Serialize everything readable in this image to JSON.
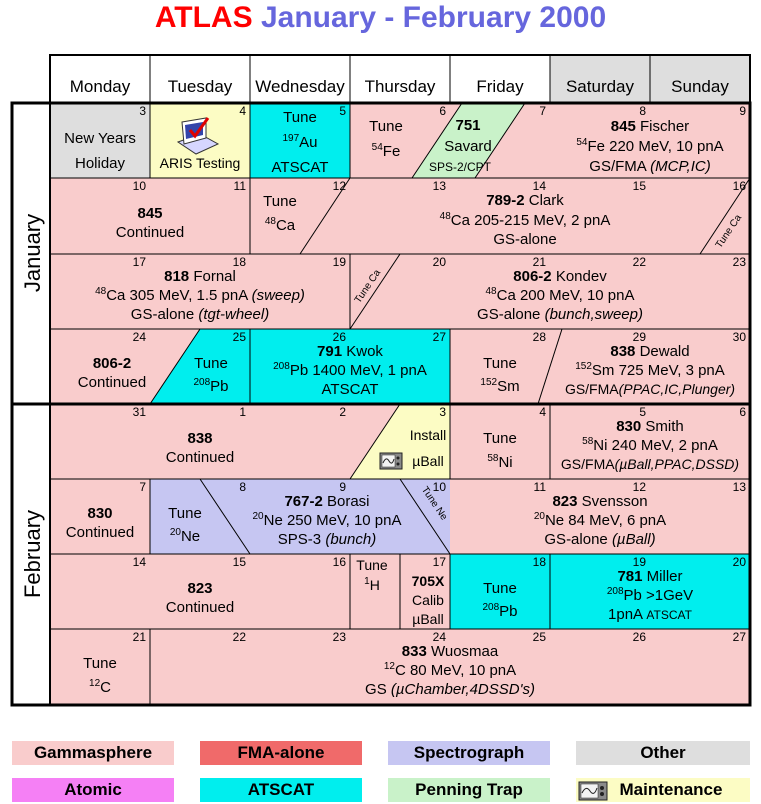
{
  "title": {
    "part1": "ATLAS",
    "part2": "January - February 2000"
  },
  "days": [
    "Monday",
    "Tuesday",
    "Wednesday",
    "Thursday",
    "Friday",
    "Saturday",
    "Sunday"
  ],
  "months": [
    "January",
    "February"
  ],
  "dates": [
    [
      "3",
      "4",
      "5",
      "6",
      "7",
      "8",
      "9"
    ],
    [
      "10",
      "11",
      "12",
      "13",
      "14",
      "15",
      "16"
    ],
    [
      "17",
      "18",
      "19",
      "20",
      "21",
      "22",
      "23"
    ],
    [
      "24",
      "25",
      "26",
      "27",
      "28",
      "29",
      "30"
    ],
    [
      "31",
      "1",
      "2",
      "3",
      "4",
      "5",
      "6"
    ],
    [
      "7",
      "8",
      "9",
      "10",
      "11",
      "12",
      "13"
    ],
    [
      "14",
      "15",
      "16",
      "17",
      "18",
      "19",
      "20"
    ],
    [
      "21",
      "22",
      "23",
      "24",
      "25",
      "26",
      "27"
    ]
  ],
  "events": {
    "e1": {
      "l1": "New Years",
      "l2": "Holiday"
    },
    "e2": {
      "l1": "ARIS Testing"
    },
    "e3": {
      "l1": "Tune",
      "sup": "197",
      "el": "Au",
      "l3": "ATSCAT"
    },
    "e4": {
      "l1": "Tune",
      "sup": "54",
      "el": "Fe"
    },
    "e5": {
      "num": "751",
      "l2": "Savard",
      "l3": "SPS-2/CPT"
    },
    "e6": {
      "num": "845",
      "name": "Fischer",
      "sup": "54",
      "beam": "Fe 220 MeV, 10 pnA",
      "l3a": "GS/FMA",
      "l3b": "(MCP,IC)"
    },
    "e7": {
      "num": "845",
      "l2": "Continued"
    },
    "e8": {
      "l1": "Tune",
      "sup": "48",
      "el": "Ca"
    },
    "e9": {
      "num": "789-2",
      "name": "Clark",
      "sup": "48",
      "beam": "Ca 205-215 MeV, 2 pnA",
      "l3": "GS-alone"
    },
    "e10": {
      "l1": "Tune Ca"
    },
    "e11": {
      "num": "818",
      "name": "Fornal",
      "sup": "48",
      "beam": "Ca 305 MeV, 1.5 pnA",
      "beam2": "(sweep)",
      "l3a": "GS-alone",
      "l3b": "(tgt-wheel)"
    },
    "e12": {
      "l1": "Tune Ca"
    },
    "e13": {
      "num": "806-2",
      "name": "Kondev",
      "sup": "48",
      "beam": "Ca 200 MeV, 10 pnA",
      "l3a": "GS-alone",
      "l3b": "(bunch,sweep)"
    },
    "e14": {
      "num": "806-2",
      "l2": "Continued"
    },
    "e15": {
      "l1": "Tune",
      "sup": "208",
      "el": "Pb"
    },
    "e16": {
      "num": "791",
      "name": "Kwok",
      "sup": "208",
      "beam": "Pb 1400 MeV, 1 pnA",
      "l3": "ATSCAT"
    },
    "e17": {
      "l1": "Tune",
      "sup": "152",
      "el": "Sm"
    },
    "e18": {
      "num": "838",
      "name": "Dewald",
      "sup": "152",
      "beam": "Sm 725 MeV, 3 pnA",
      "l3a": "GS/FMA",
      "l3b": "(PPAC,IC,Plunger)"
    },
    "e19": {
      "num": "838",
      "l2": "Continued"
    },
    "e20": {
      "l1": "Install",
      "l2": "µBall"
    },
    "e21": {
      "l1": "Tune",
      "sup": "58",
      "el": "Ni"
    },
    "e22": {
      "num": "830",
      "name": "Smith",
      "sup": "58",
      "beam": "Ni 240 MeV, 2 pnA",
      "l3a": "GS/FMA",
      "l3b": "(µBall,PPAC,DSSD)"
    },
    "e23": {
      "num": "830",
      "l2": "Continued"
    },
    "e24": {
      "l1": "Tune",
      "sup": "20",
      "el": "Ne"
    },
    "e25": {
      "num": "767-2",
      "name": "Borasi",
      "sup": "20",
      "beam": "Ne 250 MeV, 10 pnA",
      "l3a": "SPS-3",
      "l3b": "(bunch)"
    },
    "e26": {
      "l1": "Tune Ne"
    },
    "e27": {
      "num": "823",
      "name": "Svensson",
      "sup": "20",
      "beam": "Ne 84 MeV, 6 pnA",
      "l3a": "GS-alone",
      "l3b": "(µBall)"
    },
    "e28": {
      "num": "823",
      "l2": "Continued"
    },
    "e29": {
      "l1": "Tune",
      "sup": "1",
      "el": "H"
    },
    "e30": {
      "num": "705X",
      "l2": "Calib",
      "l3": "µBall"
    },
    "e31": {
      "l1": "Tune",
      "sup": "208",
      "el": "Pb"
    },
    "e32": {
      "num": "781",
      "name": "Miller",
      "sup": "208",
      "beam": "Pb >1GeV",
      "l3a": "1pnA",
      "l3b": "ATSCAT"
    },
    "e33": {
      "l1": "Tune",
      "sup": "12",
      "el": "C"
    },
    "e34": {
      "num": "833",
      "name": "Wuosmaa",
      "sup": "12",
      "beam": "C 80 MeV, 10 pnA",
      "l3a": "GS",
      "l3b": "(µChamber,4DSSD's)"
    }
  },
  "legend": [
    "Gammasphere",
    "FMA-alone",
    "Spectrograph",
    "Other",
    "Atomic",
    "ATSCAT",
    "Penning Trap",
    "Maintenance"
  ],
  "colors": {
    "gammasphere": "#f9cccc",
    "fma": "#f06a6a",
    "spectrograph": "#c6c6f2",
    "other": "#dedede",
    "atomic": "#f580f5",
    "atscat": "#00eeee",
    "penning": "#c9f2c9",
    "maintenance": "#fcfcc4",
    "weekend_header": "#dedede"
  }
}
